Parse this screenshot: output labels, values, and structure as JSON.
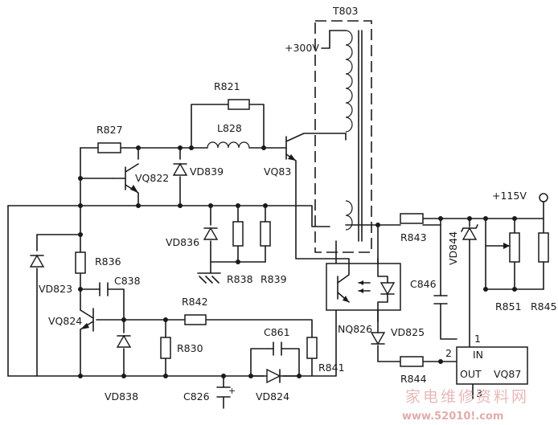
{
  "labels": {
    "t803": "T803",
    "v300": "+300V",
    "r821": "R821",
    "r827": "R827",
    "l828": "L828",
    "vq822": "VQ822",
    "vd839": "VD839",
    "vq83": "VQ83",
    "v115": "+115V",
    "r843": "R843",
    "vd844": "VD844",
    "vd836": "VD836",
    "r836": "R836",
    "c838": "C838",
    "vd823": "VD823",
    "r838": "R838",
    "r839": "R839",
    "r842": "R842",
    "c846": "C846",
    "r851": "R851",
    "r845": "R845",
    "vq824": "VQ824",
    "nq826": "NQ826",
    "vd825": "VD825",
    "r830": "R830",
    "c861": "C861",
    "r841": "R841",
    "pin1": "1",
    "pin2": "2",
    "pin3": "3",
    "in": "IN",
    "out": "OUT",
    "vq87": "VQ87",
    "r844": "R844",
    "vd838": "VD838",
    "c826": "C826",
    "vd824": "VD824",
    "plus": "+"
  },
  "watermark": {
    "cn": "家电维修资料网",
    "url": "www.52010!.com"
  }
}
